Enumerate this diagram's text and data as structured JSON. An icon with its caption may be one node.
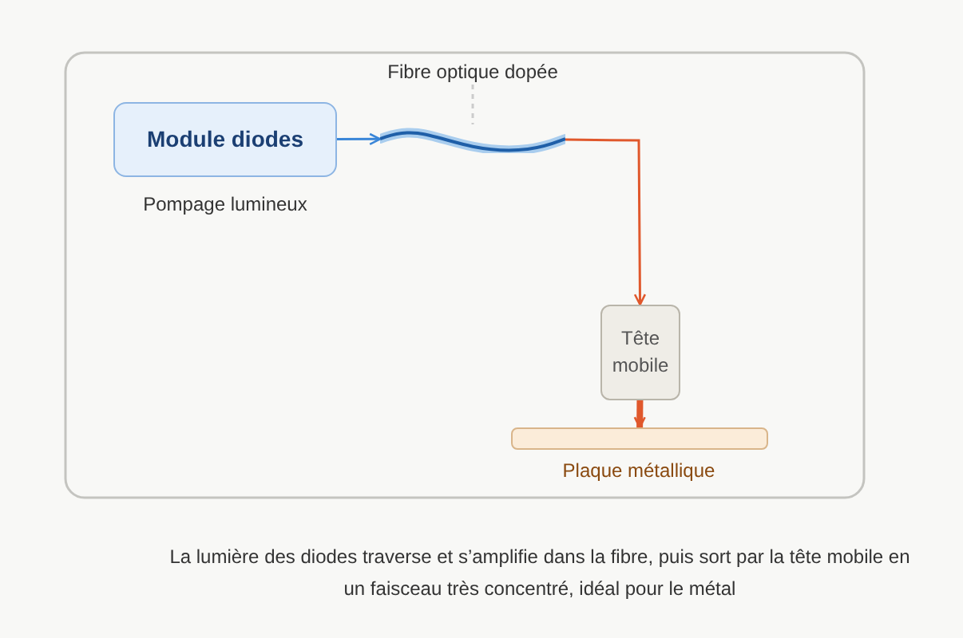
{
  "diagram": {
    "caption": "La lumière des diodes traverse et s’amplifie dans la fibre, puis sort par la tête mobile en un faisceau très concentré, idéal pour le métal",
    "nodes": [
      {
        "text": [
          "Fibre optique dopée"
        ]
      },
      {
        "text": [
          "Module diodes"
        ],
        "beside": [
          "Pompage lumineux"
        ]
      },
      {
        "text": [],
        "shape": "cable"
      },
      {
        "text": [
          "Tête mobile"
        ]
      },
      {
        "text": [],
        "shape": "bar",
        "beside": [
          "Plaque métallique"
        ]
      }
    ],
    "edges": [
      {
        "from": 0,
        "to": 2,
        "arrow": "none",
        "style": "dashed",
        "color": "#cccccc"
      },
      {
        "from": 1,
        "to": 2,
        "arrow": "to",
        "color": "#3a86d8"
      },
      {
        "from": 2,
        "to": 3,
        "arrow": "to",
        "color": "#e0582c"
      },
      {
        "from": 3,
        "to": 4,
        "arrow": "to",
        "style": "thick",
        "color": "#e0582c"
      }
    ]
  }
}
